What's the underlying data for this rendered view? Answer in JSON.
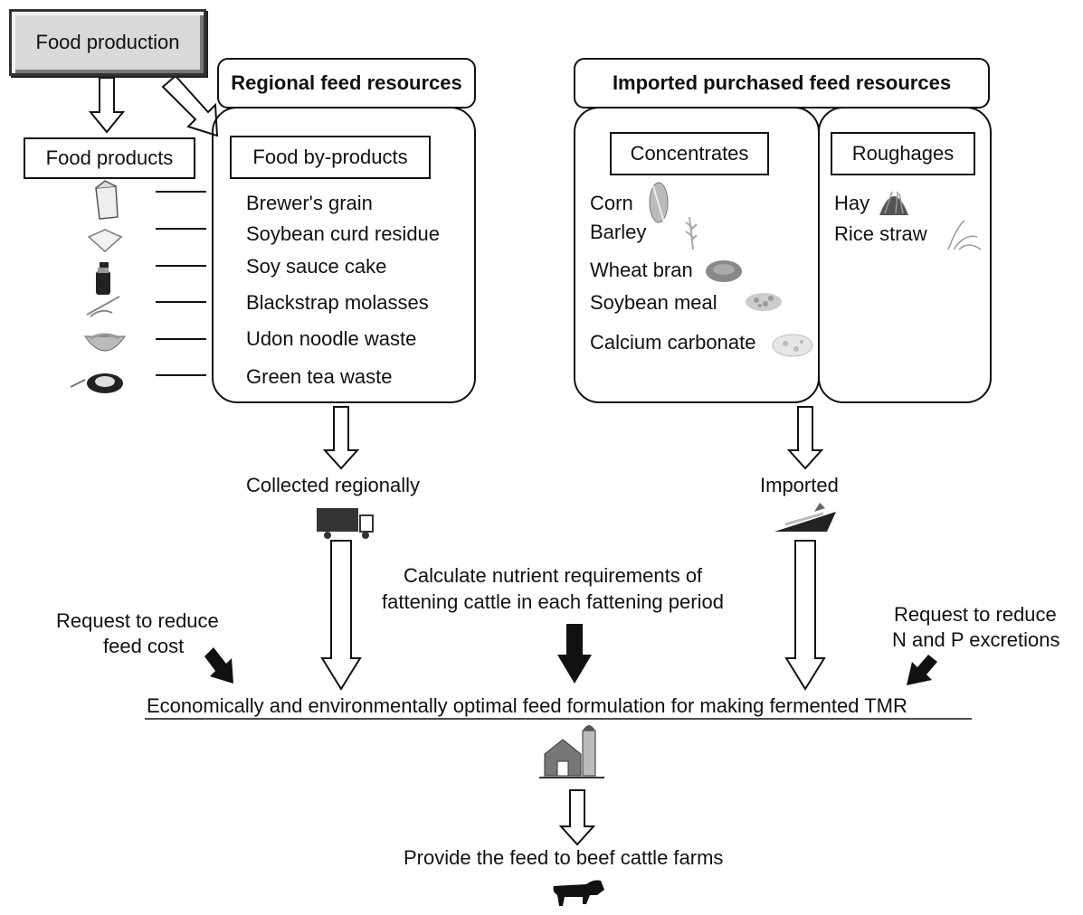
{
  "food_production": "Food production",
  "regional": {
    "title": "Regional feed resources",
    "byproducts_label": "Food by-products",
    "items": [
      "Brewer's grain",
      "Soybean curd residue",
      "Soy sauce cake",
      "Blackstrap molasses",
      "Udon noodle waste",
      "Green tea waste"
    ]
  },
  "food_products_label": "Food products",
  "imported": {
    "title": "Imported purchased feed resources",
    "concentrates_label": "Concentrates",
    "concentrates": [
      "Corn",
      "Barley",
      "Wheat bran",
      "Soybean meal",
      "Calcium carbonate"
    ],
    "roughages_label": "Roughages",
    "roughages": [
      "Hay",
      "Rice straw"
    ]
  },
  "collected": "Collected regionally",
  "imported_label": "Imported",
  "calc_line1": "Calculate nutrient requirements of",
  "calc_line2": "fattening cattle in each fattening period",
  "req_cost_line1": "Request to reduce",
  "req_cost_line2": "feed cost",
  "req_np_line1": "Request to reduce",
  "req_np_line2": "N and P excretions",
  "optimal": "Economically and environmentally optimal feed formulation for making fermented TMR",
  "provide": "Provide the feed to beef cattle farms",
  "icons": [
    "milk-carton-icon",
    "tofu-icon",
    "soy-sauce-icon",
    "molasses-icon",
    "noodle-bowl-icon",
    "tea-icon",
    "corn-icon",
    "barley-icon",
    "wheat-bran-icon",
    "soybean-meal-icon",
    "calcium-carbonate-icon",
    "hay-icon",
    "rice-straw-icon",
    "truck-icon",
    "ship-icon",
    "farm-icon",
    "cow-icon"
  ]
}
